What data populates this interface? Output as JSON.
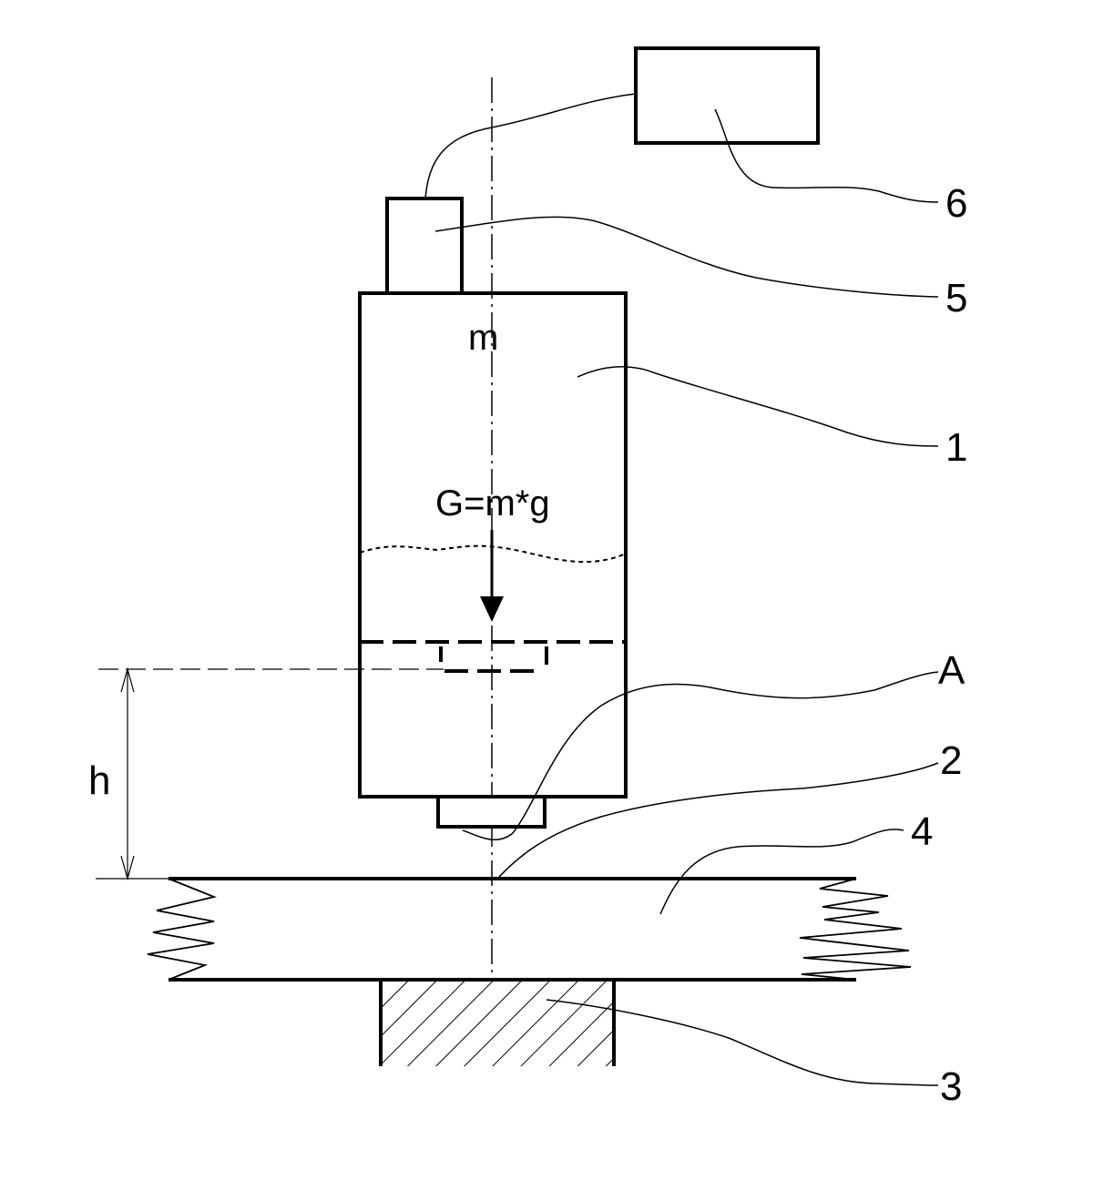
{
  "labels": {
    "control_unit": "6",
    "sensor": "5",
    "body": "1",
    "impactor": "A",
    "contact_point": "2",
    "test_layer": "4",
    "base": "3"
  },
  "texts": {
    "mass": "m",
    "weight_formula": "G=m*g",
    "height": "h"
  }
}
